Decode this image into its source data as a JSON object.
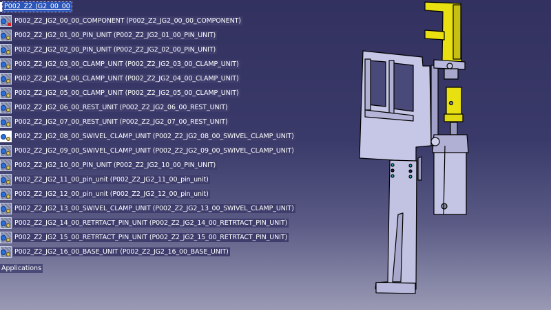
{
  "tree": {
    "root": "P002_Z2_JG2_00_00",
    "items": [
      {
        "label": "P002_Z2_JG2_00_00_COMPONENT (P002_Z2_JG2_00_00_COMPONENT)",
        "icon": "component-icon"
      },
      {
        "label": "P002_Z2_JG2_01_00_PIN_UNIT (P002_Z2_JG2_01_00_PIN_UNIT)",
        "icon": "product-icon"
      },
      {
        "label": "P002_Z2_JG2_02_00_PIN_UNIT (P002_Z2_JG2_02_00_PIN_UNIT)",
        "icon": "product-icon"
      },
      {
        "label": "P002_Z2_JG2_03_00_CLAMP_UNIT (P002_Z2_JG2_03_00_CLAMP_UNIT)",
        "icon": "product-icon"
      },
      {
        "label": "P002_Z2_JG2_04_00_CLAMP_UNIT (P002_Z2_JG2_04_00_CLAMP_UNIT)",
        "icon": "product-icon"
      },
      {
        "label": "P002_Z2_JG2_05_00_CLAMP_UNIT (P002_Z2_JG2_05_00_CLAMP_UNIT)",
        "icon": "product-icon"
      },
      {
        "label": "P002_Z2_JG2_06_00_REST_UNIT (P002_Z2_JG2_06_00_REST_UNIT)",
        "icon": "product-icon"
      },
      {
        "label": "P002_Z2_JG2_07_00_REST_UNIT (P002_Z2_JG2_07_00_REST_UNIT)",
        "icon": "product-icon"
      },
      {
        "label": "P002_Z2_JG2_08_00_SWIVEL_CLAMP_UNIT (P002_Z2_JG2_08_00_SWIVEL_CLAMP_UNIT)",
        "icon": "active-product-icon"
      },
      {
        "label": "P002_Z2_JG2_09_00_SWIVEL_CLAMP_UNIT (P002_Z2_JG2_09_00_SWIVEL_CLAMP_UNIT)",
        "icon": "product-icon"
      },
      {
        "label": "P002_Z2_JG2_10_00_PIN_UNIT (P002_Z2_JG2_10_00_PIN_UNIT)",
        "icon": "product-icon"
      },
      {
        "label": "P002_Z2_JG2_11_00_pin_unit (P002_Z2_JG2_11_00_pin_unit)",
        "icon": "product-icon"
      },
      {
        "label": "P002_Z2_JG2_12_00_pin_unit (P002_Z2_JG2_12_00_pin_unit)",
        "icon": "product-icon"
      },
      {
        "label": "P002_Z2_JG2_13_00_SWIVEL_CLAMP_UNIT (P002_Z2_JG2_13_00_SWIVEL_CLAMP_UNIT)",
        "icon": "product-icon"
      },
      {
        "label": "P002_Z2_JG2_14_00_RETRTACT_PIN_UNIT (P002_Z2_JG2_14_00_RETRTACT_PIN_UNIT)",
        "icon": "product-icon"
      },
      {
        "label": "P002_Z2_JG2_15_00_RETRTACT_PIN_UNIT (P002_Z2_JG2_15_00_RETRTACT_PIN_UNIT)",
        "icon": "product-icon"
      },
      {
        "label": "P002_Z2_JG2_16_00_BASE_UNIT (P002_Z2_JG2_16_00_BASE_UNIT)",
        "icon": "product-icon"
      }
    ],
    "applications": "Applications"
  },
  "viewport": {
    "colors": {
      "part_body": "#c8c8e8",
      "part_edge": "#000000",
      "clamp_yellow": "#e8e010",
      "background_top": "#32315f",
      "background_bottom": "#9a9ab5"
    }
  }
}
